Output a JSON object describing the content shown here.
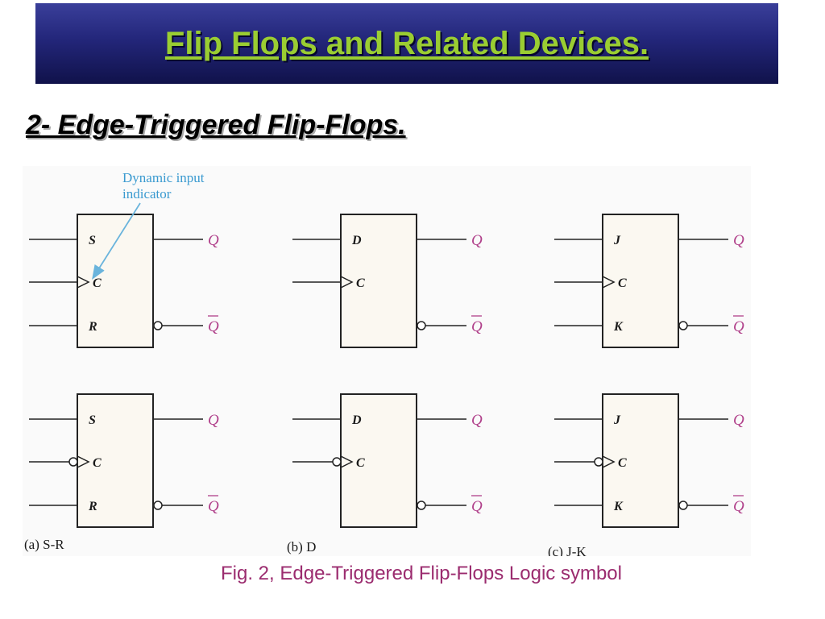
{
  "header": {
    "title": "Flip Flops and Related Devices."
  },
  "section": {
    "heading": "2- Edge-Triggered Flip-Flops."
  },
  "figure": {
    "annotation_line1": "Dynamic input",
    "annotation_line2": "indicator",
    "output_q": "Q",
    "output_qbar": "Q",
    "panels": [
      {
        "label": "(a)  S-R",
        "in1": "S",
        "clk": "C",
        "in2": "R"
      },
      {
        "label": "(b)  D",
        "in1": "D",
        "clk": "C",
        "in2": ""
      },
      {
        "label": "(c)  J-K",
        "in1": "J",
        "clk": "C",
        "in2": "K"
      }
    ],
    "caption": "Fig. 2, Edge-Triggered Flip-Flops Logic symbol"
  }
}
